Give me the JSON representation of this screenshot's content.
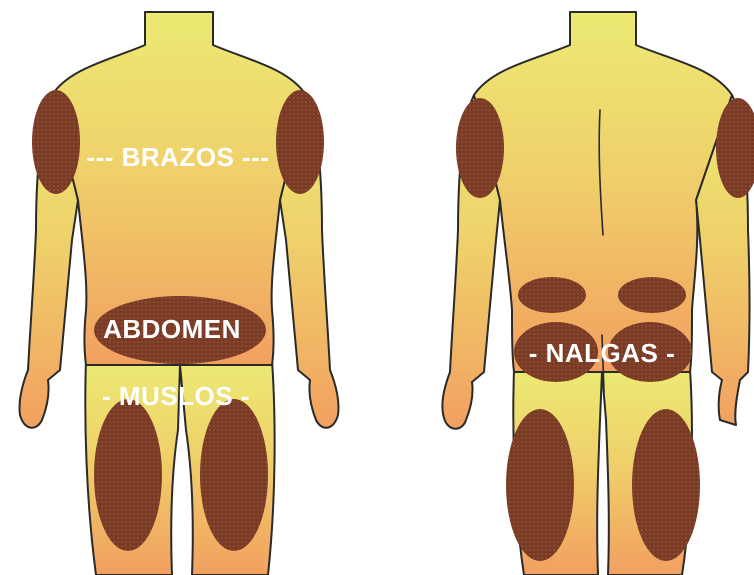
{
  "figure": {
    "zone_color": "#7a3a24",
    "skin_top_color": "#ecea73",
    "skin_bottom_color": "#f2a060",
    "outline_color": "#2a2a2a",
    "label_color": "#ffffff"
  },
  "labels": {
    "arms": "--- BRAZOS ---",
    "abdomen": "ABDOMEN",
    "thighs": "- MUSLOS -",
    "buttocks": "- NALGAS -"
  }
}
